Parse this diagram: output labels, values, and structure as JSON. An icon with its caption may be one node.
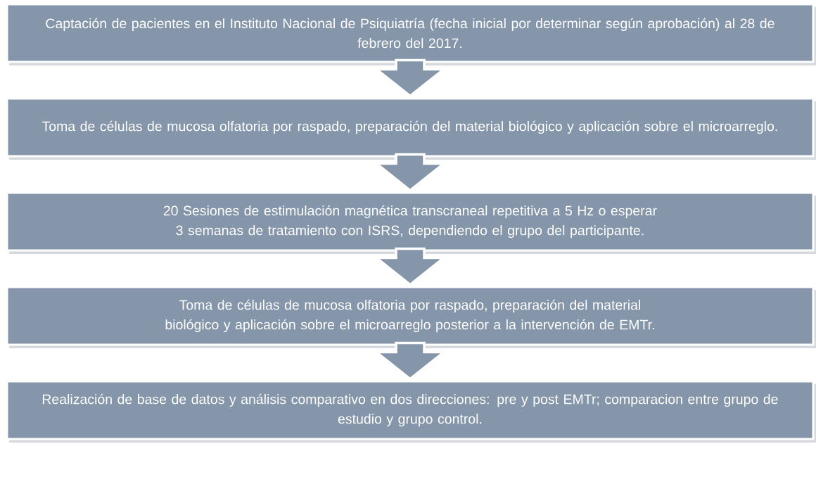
{
  "diagram": {
    "nodes": [
      {
        "text": [
          "Captación de pacientes en el Instituto Nacional de Psiquiatría (fecha inicial por determinar según aprobación) al 28 de febrero del 2017."
        ]
      },
      {
        "text": [
          "Toma de células de mucosa olfatoria por raspado, preparación del material biológico y aplicación sobre el microarreglo."
        ]
      },
      {
        "text": [
          "20 Sesiones de estimulación magnética transcraneal repetitiva a 5 Hz o esperar 3 semanas de tratamiento con ISRS, dependiendo el grupo del participante."
        ]
      },
      {
        "text": [
          "Toma de células de mucosa olfatoria por raspado, preparación del material biológico y aplicación sobre el microarreglo posterior a la intervención de EMTr."
        ]
      },
      {
        "text": [
          "Realización de base de datos y análisis comparativo en dos direcciones: pre y post EMTr; comparacion entre grupo de estudio y grupo control."
        ]
      }
    ],
    "edges": [
      {
        "from": 0,
        "to": 1,
        "arrow": "to"
      },
      {
        "from": 1,
        "to": 2,
        "arrow": "to"
      },
      {
        "from": 2,
        "to": 3,
        "arrow": "to"
      },
      {
        "from": 3,
        "to": 4,
        "arrow": "to"
      }
    ]
  }
}
